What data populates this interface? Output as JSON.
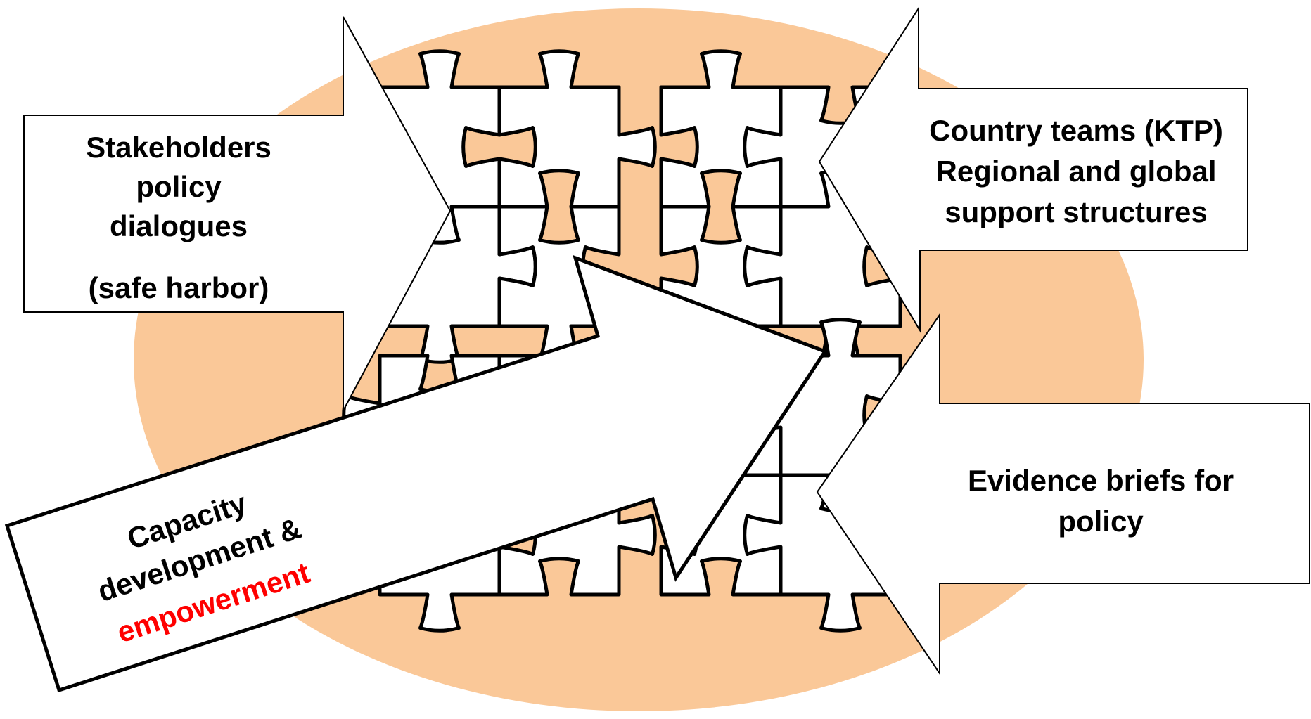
{
  "colors": {
    "background_ellipse": "#fac898",
    "puzzle_fill": "#ffffff",
    "outline": "#000000",
    "text": "#000000",
    "highlight_text": "#ff0000"
  },
  "puzzle": {
    "clusters": 4,
    "pieces_per_cluster": 4
  },
  "callouts": {
    "stakeholders": {
      "lines": [
        "Stakeholders",
        "policy",
        "dialogues"
      ],
      "note": "(safe harbor)"
    },
    "country_teams": {
      "lines": [
        "Country teams (KTP)",
        "Regional and global",
        "support structures"
      ]
    },
    "evidence_briefs": {
      "lines": [
        "Evidence briefs for",
        "policy"
      ]
    },
    "capacity": {
      "line1": "Capacity",
      "line2": "development &",
      "highlight": "empowerment"
    }
  }
}
